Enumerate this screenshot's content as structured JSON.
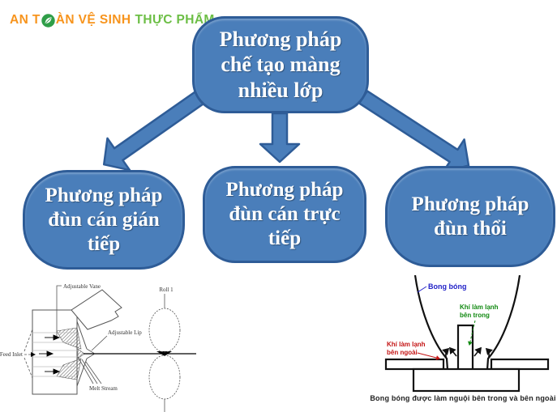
{
  "logo": {
    "text_before_icon": "AN T",
    "text_after_icon": "ÀN VỆ SINH",
    "text_secondary": "THỰC PHẨM",
    "color_primary": "#F7941D",
    "color_secondary": "#6CBE45",
    "icon": "leaf-in-circle-icon",
    "icon_color": "#2F9E48"
  },
  "flowchart": {
    "box_fill": "#4A7EBA",
    "box_border": "#2E5C97",
    "text_color": "#FFFFFF",
    "root_label": "Phương pháp chế tạo màng nhiều lớp",
    "children": [
      {
        "label": "Phương pháp đùn cán gián tiếp"
      },
      {
        "label": "Phương pháp đùn cán trực tiếp"
      },
      {
        "label": "Phương pháp đùn thổi"
      }
    ]
  },
  "figure_feedblock": {
    "labels": {
      "adjustable_vane": "Adjustable Vane",
      "roll_1": "Roll 1",
      "adjustable_lip": "Adjustable Lip",
      "feed_inlet": "Feed Inlet",
      "melt_stream": "Melt Stream"
    }
  },
  "figure_blown_film": {
    "labels": {
      "bubble": "Bong bóng",
      "inner_cooling_line1": "Khí làm lạnh",
      "inner_cooling_line2": "bên trong",
      "outer_cooling_line1": "Khí làm lạnh",
      "outer_cooling_line2": "bên ngoài"
    },
    "label_colors": {
      "bubble": "#2323C8",
      "inner_cooling": "#128A12",
      "outer_cooling": "#C41414"
    },
    "caption": "Bong bóng được làm nguội bên trong và bên ngoài"
  }
}
